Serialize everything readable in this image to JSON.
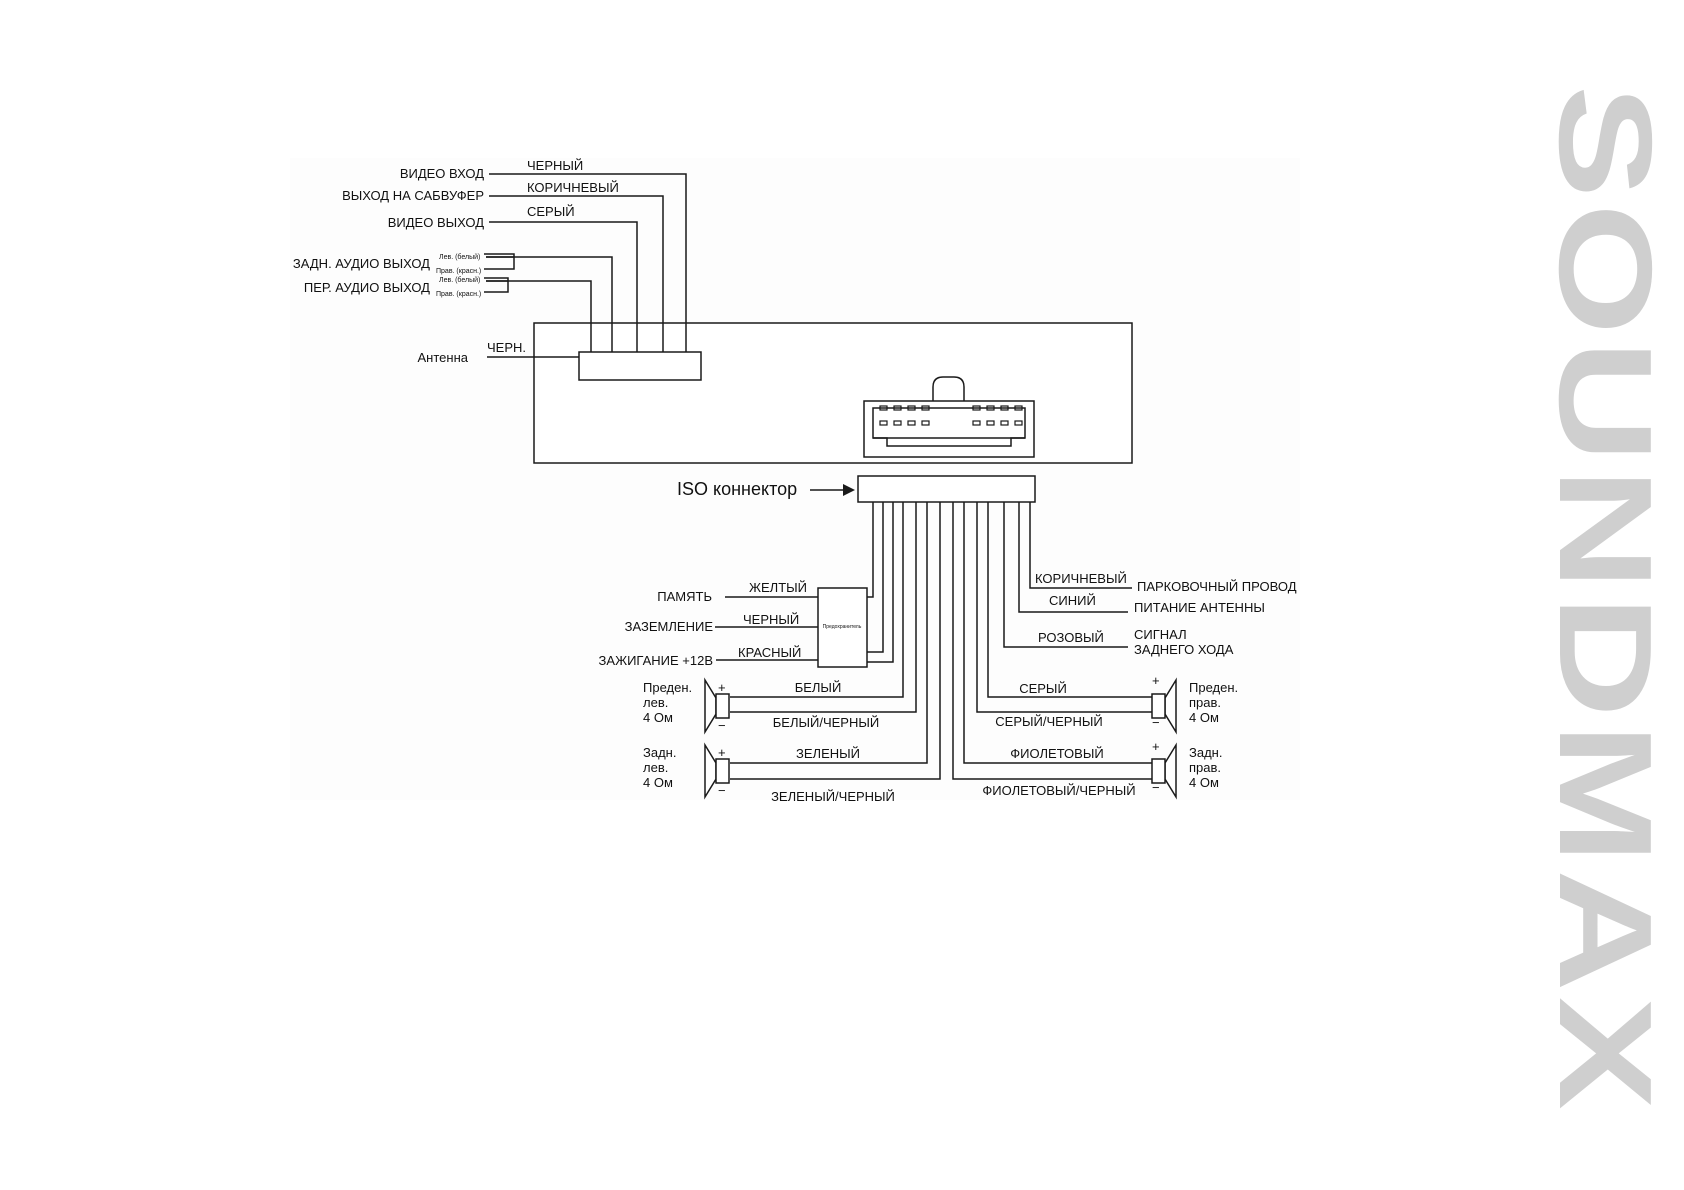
{
  "brand": {
    "logo_text": "SOUNDMAX",
    "logo_color": "#cfcfcf"
  },
  "diagram": {
    "top_outputs": [
      {
        "label": "ВИДЕО ВХОД",
        "color": "ЧЕРНЫЙ"
      },
      {
        "label": "ВЫХОД НА САБВУФЕР",
        "color": "КОРИЧНЕВЫЙ"
      },
      {
        "label": "ВИДЕО ВЫХОД",
        "color": "СЕРЫЙ"
      },
      {
        "label": "ЗАДН. АУДИО ВЫХОД",
        "left": "Лев. (белый)",
        "right": "Прав. (красн.)"
      },
      {
        "label": "ПЕР. АУДИО ВЫХОД",
        "left": "Лев. (белый)",
        "right": "Прав. (красн.)"
      }
    ],
    "antenna": {
      "label": "Антенна",
      "color": "ЧЕРН."
    },
    "iso_connector_label": "ISO коннектор",
    "fuse_label": "Предохранитель",
    "left_power": [
      {
        "label": "ПАМЯТЬ",
        "color": "ЖЕЛТЫЙ"
      },
      {
        "label": "ЗАЗЕМЛЕНИЕ",
        "color": "ЧЕРНЫЙ"
      },
      {
        "label": "ЗАЖИГАНИЕ +12В",
        "color": "КРАСНЫЙ"
      }
    ],
    "right_signals": [
      {
        "label": "ПАРКОВОЧНЫЙ ПРОВОД",
        "color": "КОРИЧНЕВЫЙ"
      },
      {
        "label": "ПИТАНИЕ АНТЕННЫ",
        "color": "СИНИЙ"
      },
      {
        "label_line1": "СИГНАЛ",
        "label_line2": "ЗАДНЕГО ХОДА",
        "color": "РОЗОВЫЙ"
      }
    ],
    "speakers": {
      "front_left": {
        "l1": "Преден.",
        "l2": "лев.",
        "l3": "4 Ом",
        "pos": "БЕЛЫЙ",
        "neg": "БЕЛЫЙ/ЧЕРНЫЙ"
      },
      "front_right": {
        "l1": "Преден.",
        "l2": "прав.",
        "l3": "4 Ом",
        "pos": "СЕРЫЙ",
        "neg": "СЕРЫЙ/ЧЕРНЫЙ"
      },
      "rear_left": {
        "l1": "Задн.",
        "l2": "лев.",
        "l3": "4 Ом",
        "pos": "ЗЕЛЕНЫЙ",
        "neg": "ЗЕЛЕНЫЙ/ЧЕРНЫЙ"
      },
      "rear_right": {
        "l1": "Задн.",
        "l2": "прав.",
        "l3": "4 Ом",
        "pos": "ФИОЛЕТОВЫЙ",
        "neg": "ФИОЛЕТОВЫЙ/ЧЕРНЫЙ"
      }
    },
    "plus_sign": "+",
    "minus_sign": "−"
  }
}
